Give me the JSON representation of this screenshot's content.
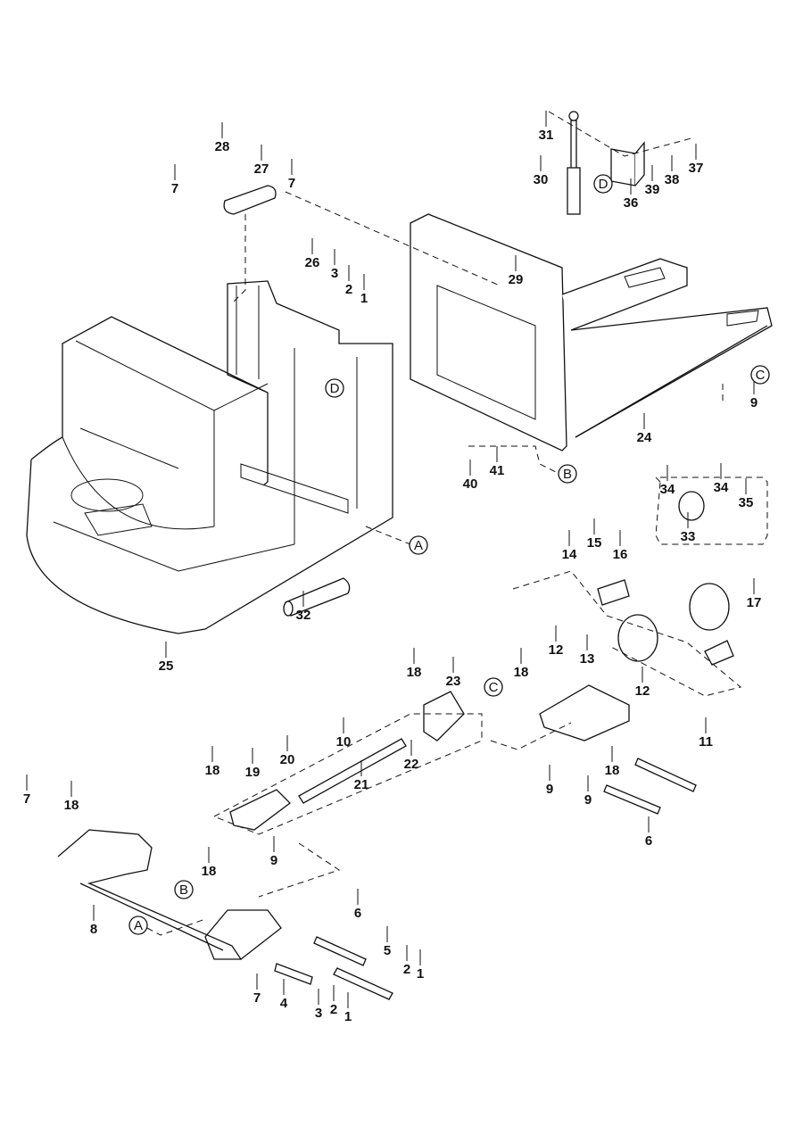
{
  "labels": [
    "31",
    "30",
    "36",
    "39",
    "38",
    "37",
    "28",
    "27",
    "7",
    "7",
    "26",
    "3",
    "2",
    "1",
    "29",
    "9",
    "24",
    "40",
    "41",
    "32",
    "25",
    "34",
    "34",
    "35",
    "33",
    "14",
    "15",
    "16",
    "17",
    "18",
    "10",
    "23",
    "18",
    "12",
    "13",
    "12",
    "18",
    "19",
    "20",
    "21",
    "22",
    "9",
    "9",
    "18",
    "11",
    "6",
    "7",
    "18",
    "9",
    "18",
    "8",
    "6",
    "5",
    "2",
    "1",
    "7",
    "4",
    "3",
    "2",
    "1"
  ],
  "references": [
    "D",
    "D",
    "C",
    "B",
    "A",
    "C",
    "B",
    "A"
  ]
}
